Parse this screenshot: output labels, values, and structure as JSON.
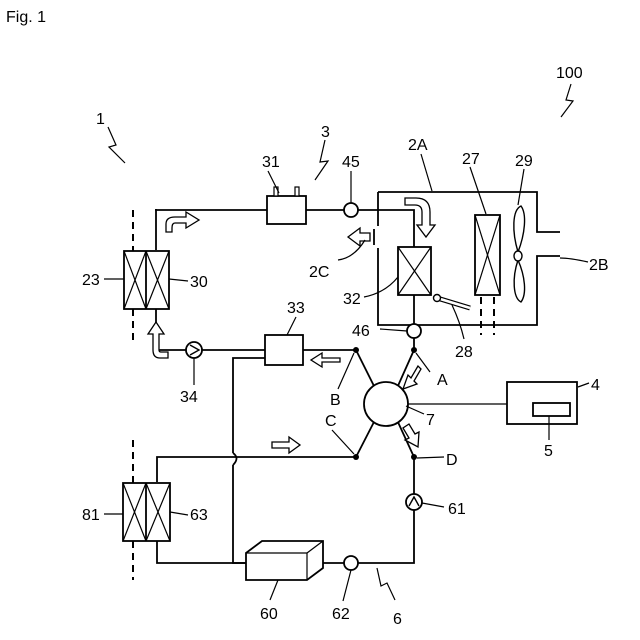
{
  "figure": {
    "title": "Fig. 1"
  },
  "labels": {
    "system": "100",
    "circuit_high": "1",
    "refrigerant_circuit": "3",
    "hvac_unit": "2A",
    "outlet": "2C",
    "inlet": "2B",
    "hx_23": "23",
    "hx_30": "30",
    "tank_31": "31",
    "sensor_45": "45",
    "heater_27": "27",
    "fan_29": "29",
    "evaporator_32": "32",
    "door_28": "28",
    "sensor_46": "46",
    "hx_33": "33",
    "pump_34": "34",
    "valve_7": "7",
    "controller_4": "4",
    "controller_5": "5",
    "port_a": "A",
    "port_b": "B",
    "port_c": "C",
    "port_d": "D",
    "hx_81": "81",
    "hx_63": "63",
    "pump_61": "61",
    "unit_60": "60",
    "sensor_62": "62",
    "circuit_low": "6"
  }
}
